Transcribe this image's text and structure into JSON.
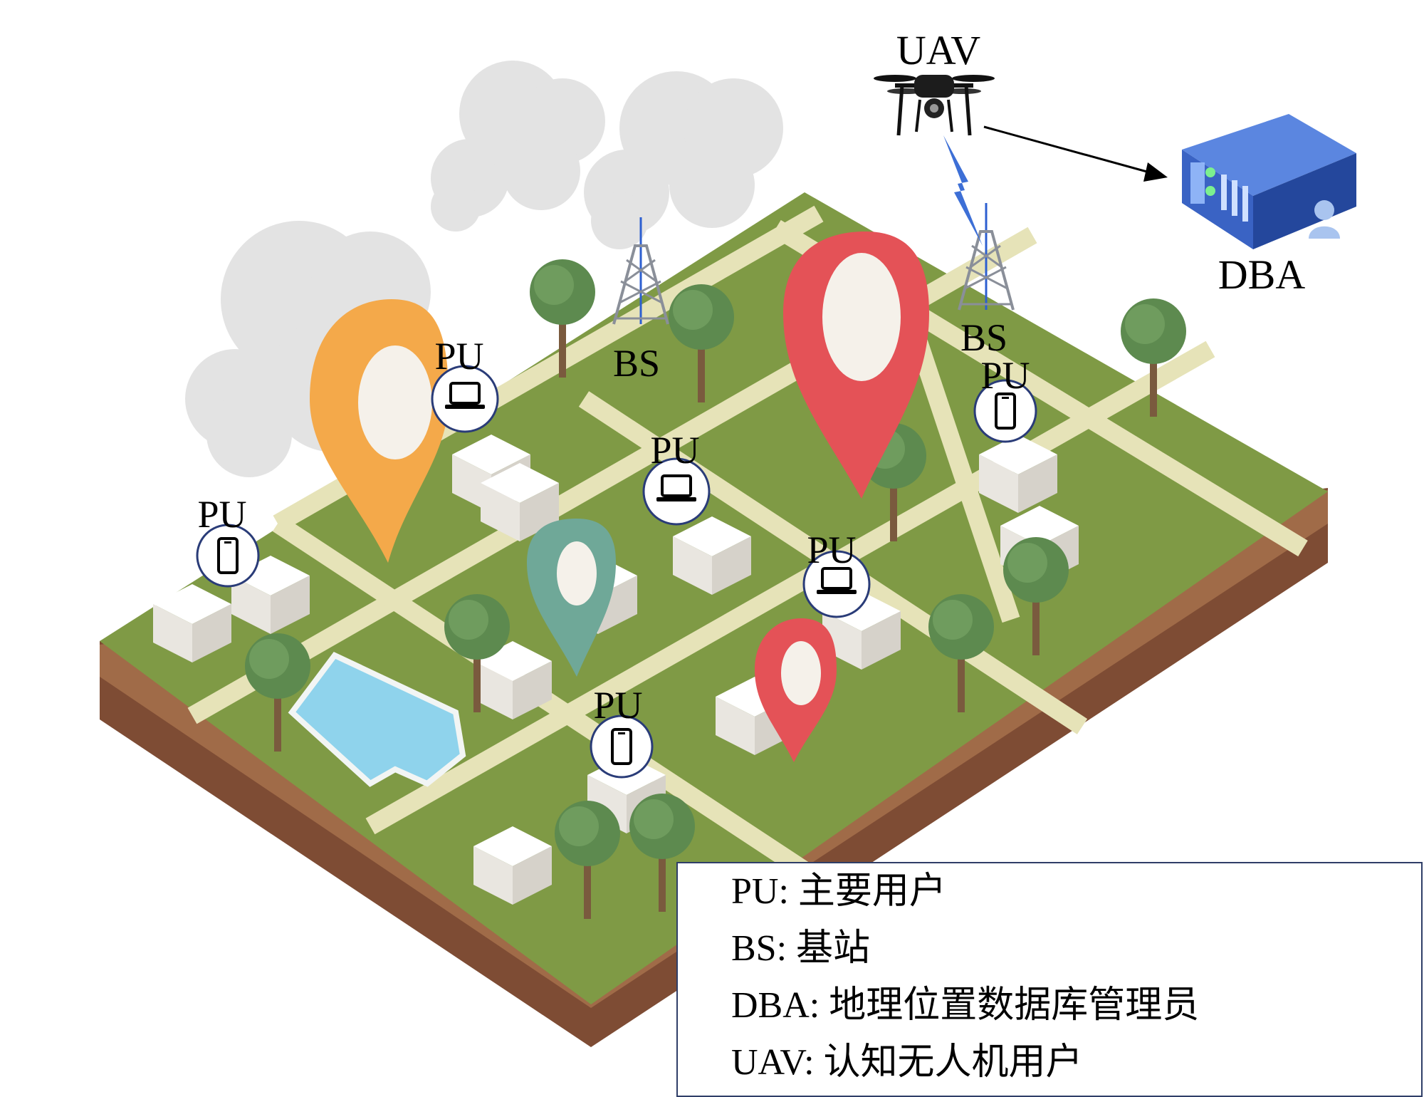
{
  "labels": {
    "uav": "UAV",
    "dba": "DBA",
    "bs": [
      "BS",
      "BS"
    ],
    "pu": [
      "PU",
      "PU",
      "PU",
      "PU",
      "PU",
      "PU"
    ]
  },
  "legend": {
    "rows": [
      "PU: 主要用户",
      "BS: 基站",
      "DBA: 地理位置数据库管理员",
      "UAV: 认知无人机用户"
    ]
  },
  "colors": {
    "grass": "#7f9a45",
    "road": "#e6e3b8",
    "soil": "#8c5a3c",
    "water": "#8fd3ec",
    "pin_orange": "#f4a94a",
    "pin_red": "#e45257",
    "pin_teal": "#6fa898",
    "server_blue": "#3a63c4",
    "lightning_blue": "#3d6fd6"
  },
  "icons": [
    "cloud-icon",
    "location-pin-icon",
    "tree-icon",
    "building-icon",
    "tower-icon",
    "drone-icon",
    "server-icon",
    "laptop-icon",
    "phone-icon",
    "lightning-icon"
  ]
}
